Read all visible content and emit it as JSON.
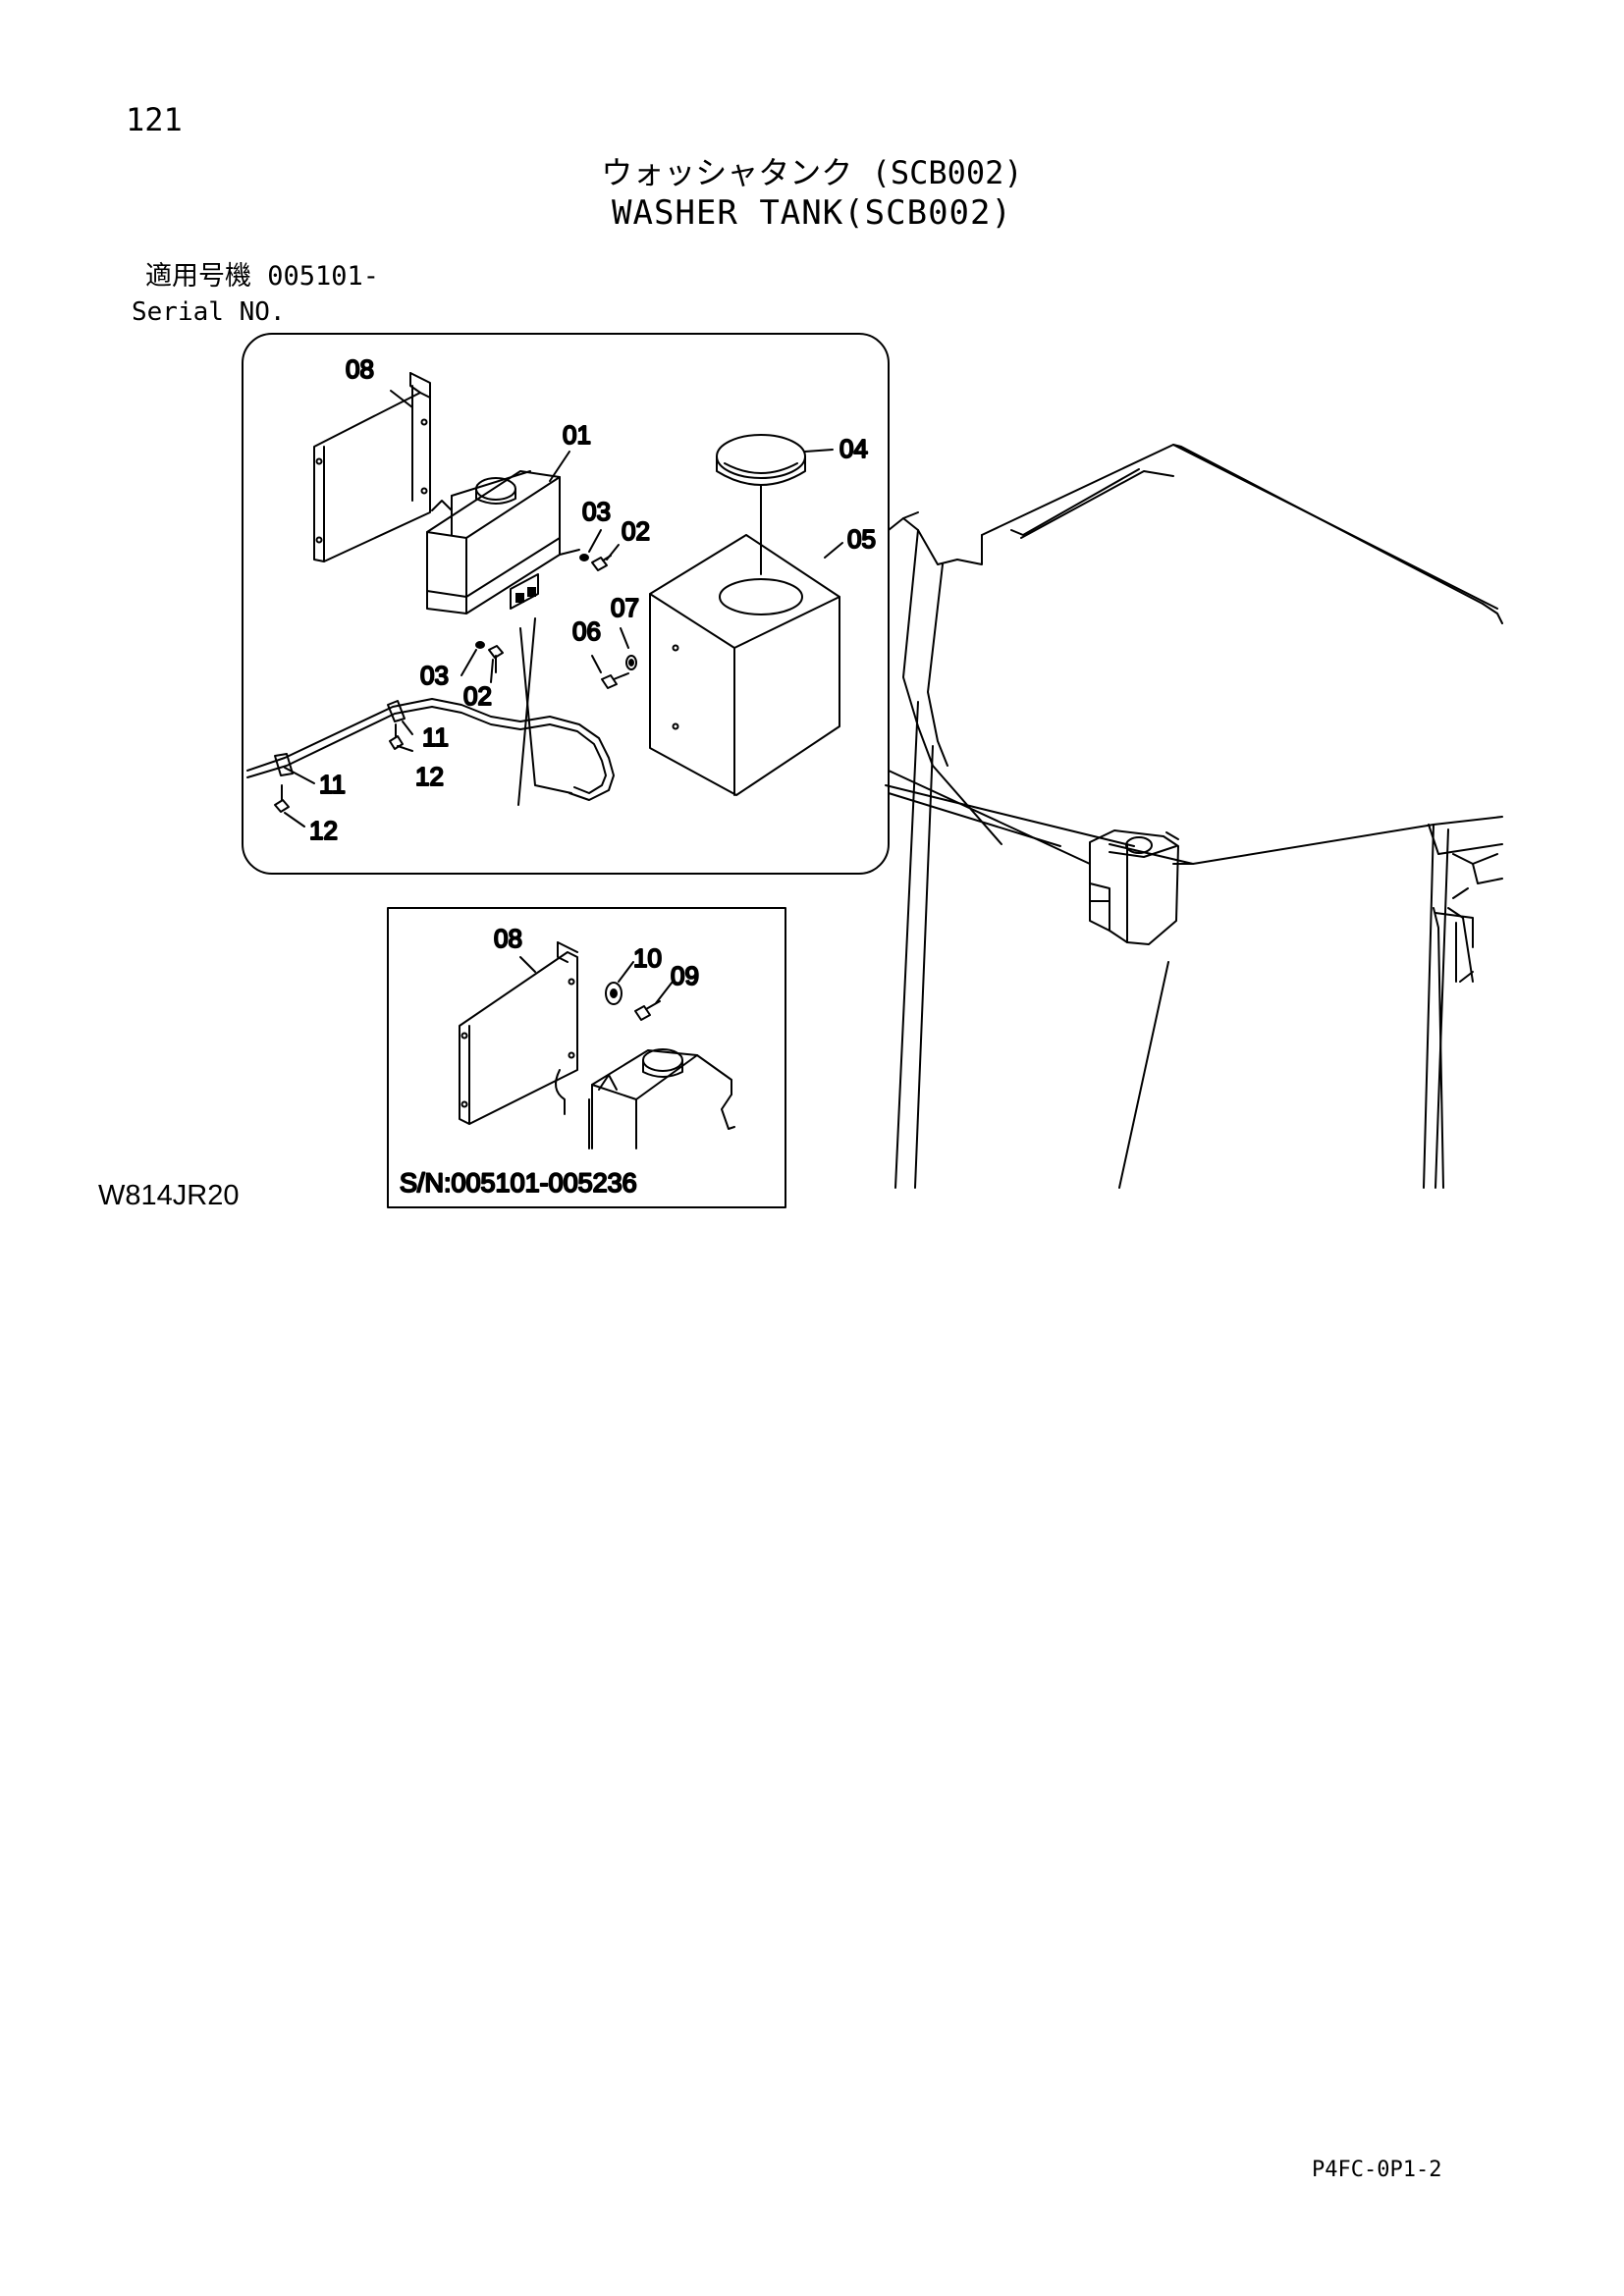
{
  "page_number": "121",
  "title_jp": "ウォッシャタンク (SCB002)",
  "title_en": "WASHER TANK(SCB002)",
  "serial_label_jp": "適用号機 005101-",
  "serial_label_en": "Serial NO.",
  "callouts": {
    "c01": "01",
    "c02a": "02",
    "c02b": "02",
    "c03a": "03",
    "c03b": "03",
    "c04": "04",
    "c05": "05",
    "c06": "06",
    "c07": "07",
    "c08a": "08",
    "c11a": "11",
    "c11b": "11",
    "c12a": "12",
    "c12b": "12",
    "c08b": "08",
    "c09": "09",
    "c10": "10"
  },
  "inset_serial": "S/N:005101-005236",
  "drawing_code": "W814JR20",
  "footer_code": "P4FC-0P1-2"
}
